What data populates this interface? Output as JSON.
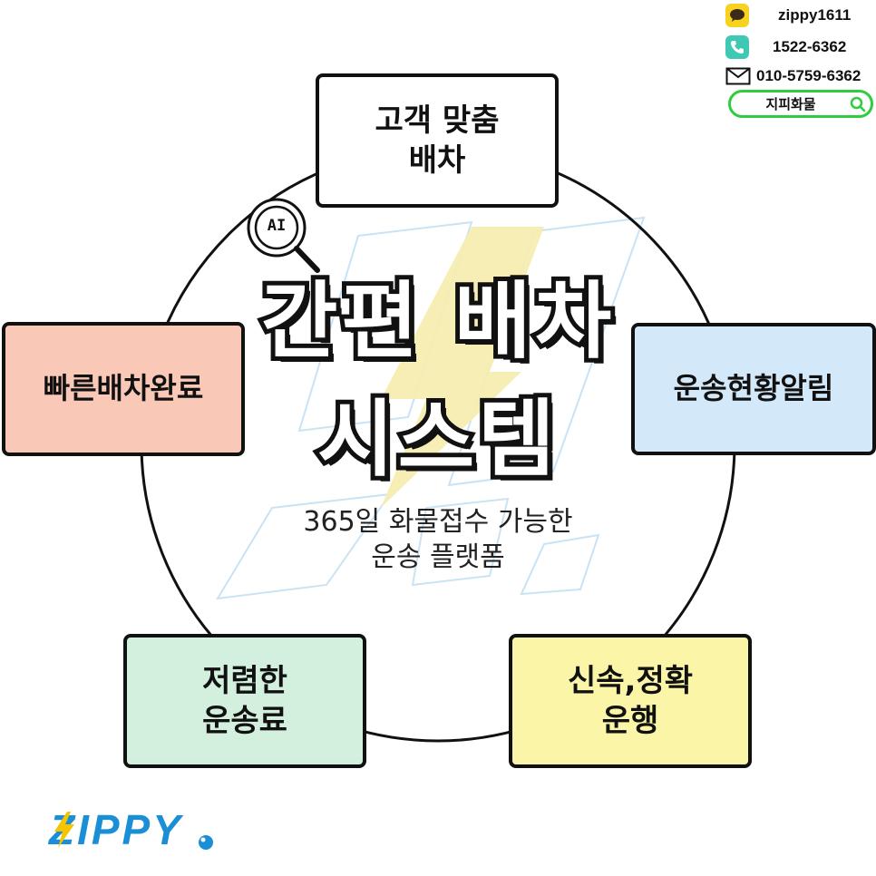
{
  "contact": {
    "kakao_id": "zippy1611",
    "phone": "1522-6362",
    "mobile": "010-5759-6362",
    "search_label": "지피화물",
    "icons": {
      "kakao": "kakaotalk-chat-icon",
      "phone": "phone-icon",
      "mail": "envelope-icon",
      "search": "search-icon"
    },
    "colors": {
      "kakao": "#f7d21f",
      "phone": "#3fc9b4",
      "search": "#2ecc40"
    }
  },
  "center": {
    "ai_badge": "AI",
    "title_line1": "간편 배차",
    "title_line2": "시스템",
    "subtitle": "365일 화물접수 가능한\n운송 플랫폼"
  },
  "features": [
    {
      "text": "고객 맞춤\n배차",
      "color": "#ffffff"
    },
    {
      "text": "운송현황알림",
      "color": "#d3e9fa"
    },
    {
      "text": "신속,정확\n운행",
      "color": "#fbf5a8"
    },
    {
      "text": "저렴한\n운송료",
      "color": "#d3f0de"
    },
    {
      "text": "빠른배차완료",
      "color": "#f9c8b6"
    }
  ],
  "brand": {
    "name": "ZIPPY",
    "color": "#1a8fd6",
    "accent": "#f5c400"
  }
}
